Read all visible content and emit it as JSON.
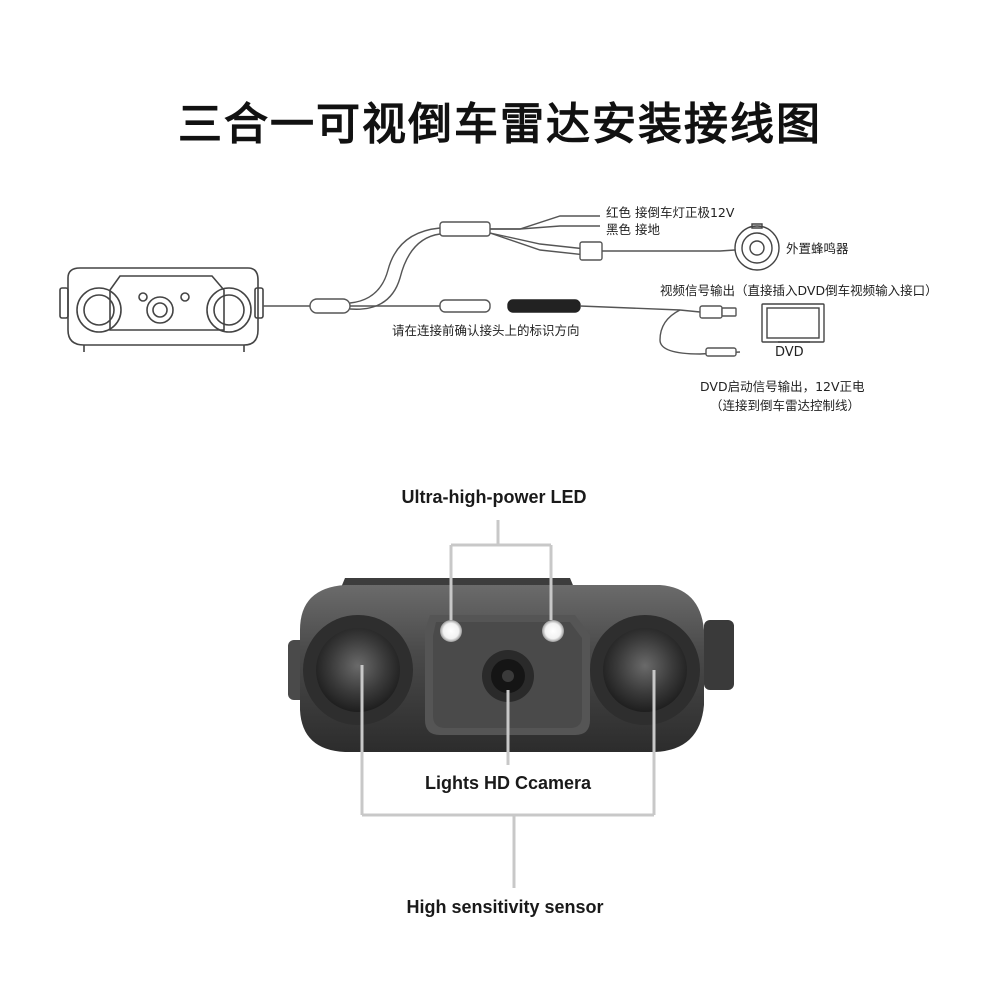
{
  "title": "三合一可视倒车雷达安装接线图",
  "wiring": {
    "red_wire": "红色 接倒车灯正极12V",
    "black_wire": "黑色 接地",
    "buzzer": "外置蜂鸣器",
    "video_out": "视频信号输出（直接插入DVD倒车视频输入接口）",
    "connector_note": "请在连接前确认接头上的标识方向",
    "dvd": "DVD",
    "dvd_signal_line1": "DVD启动信号输出，12V正电",
    "dvd_signal_line2": "（连接到倒车雷达控制线）"
  },
  "product": {
    "led_label": "Ultra-high-power LED",
    "lights_camera_label": "Lights  HD Ccamera",
    "sensor_label": "High sensitivity sensor"
  }
}
